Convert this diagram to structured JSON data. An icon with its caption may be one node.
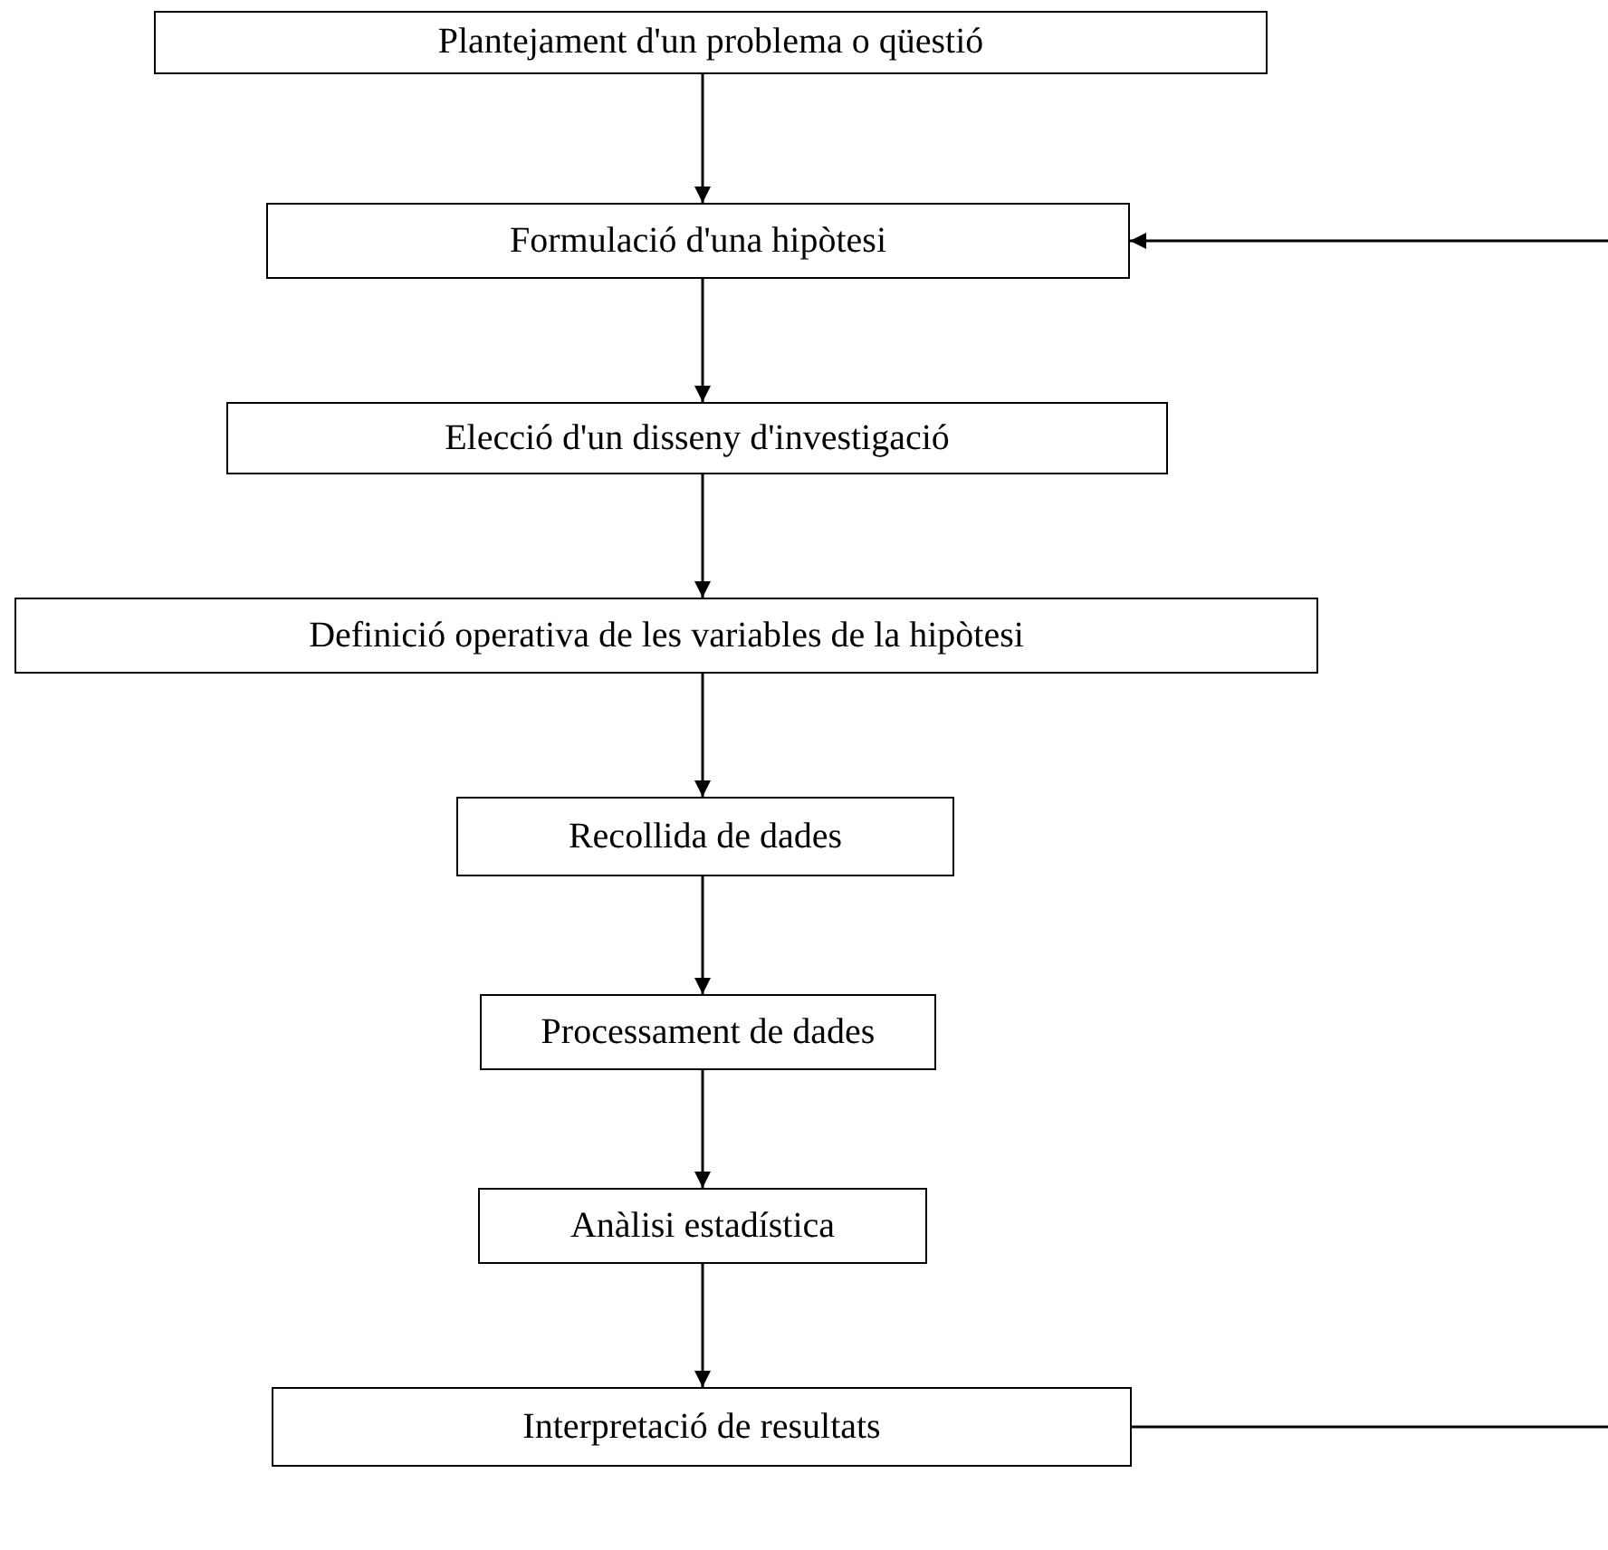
{
  "diagram": {
    "nodes": [
      {
        "text": [
          "Plantejament d'un problema o qüestió"
        ]
      },
      {
        "text": [
          "Formulació d'una hipòtesi"
        ]
      },
      {
        "text": [
          "Elecció d'un disseny d'investigació"
        ]
      },
      {
        "text": [
          "Definició operativa de les variables de la hipòtesi"
        ]
      },
      {
        "text": [
          "Recollida de dades"
        ]
      },
      {
        "text": [
          "Processament de dades"
        ]
      },
      {
        "text": [
          "Anàlisi estadística"
        ]
      },
      {
        "text": [
          "Interpretació de resultats"
        ]
      }
    ],
    "edges": [
      {
        "from": 0,
        "to": 1,
        "arrow": "to"
      },
      {
        "from": 1,
        "to": 2,
        "arrow": "to"
      },
      {
        "from": 2,
        "to": 3,
        "arrow": "to"
      },
      {
        "from": 3,
        "to": 4,
        "arrow": "to"
      },
      {
        "from": 4,
        "to": 5,
        "arrow": "to"
      },
      {
        "from": 5,
        "to": 6,
        "arrow": "to"
      },
      {
        "from": 6,
        "to": 7,
        "arrow": "to"
      },
      {
        "from": 7,
        "to": null,
        "arrow": "none"
      },
      {
        "from": null,
        "to": 1,
        "arrow": "to"
      }
    ]
  }
}
